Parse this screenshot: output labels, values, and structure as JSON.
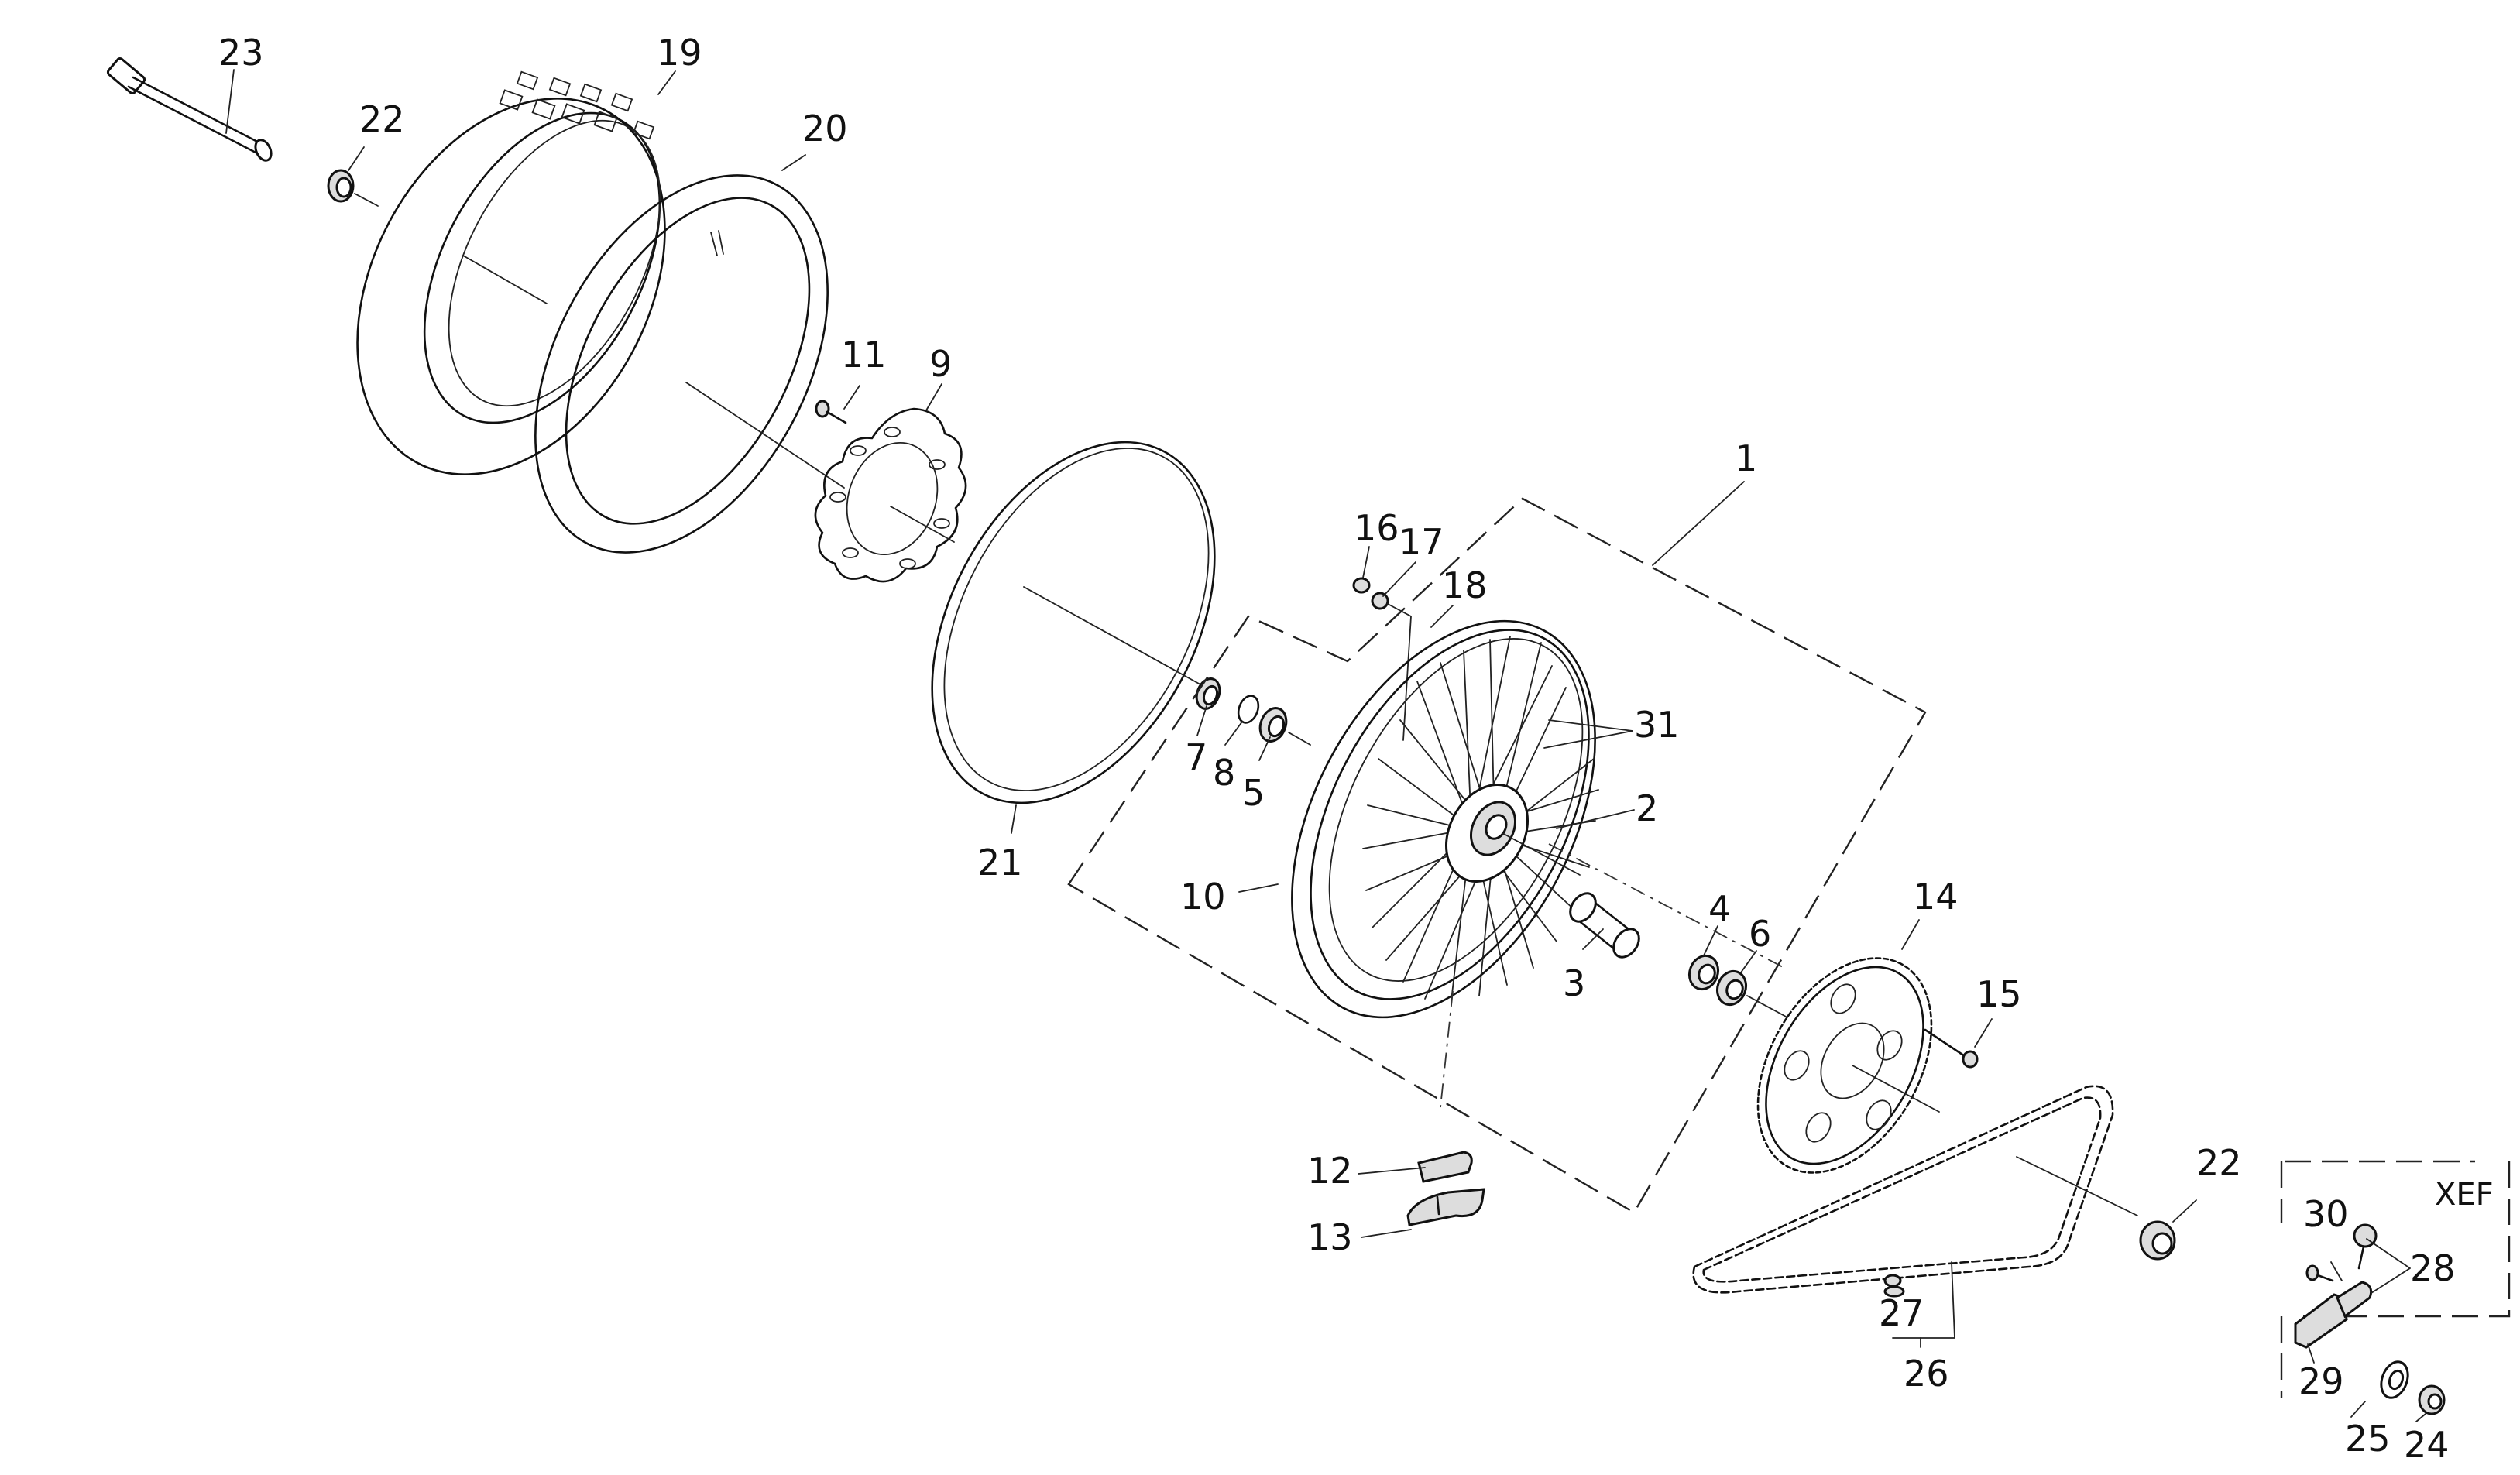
{
  "labels": {
    "l1": "1",
    "l2": "2",
    "l3": "3",
    "l4": "4",
    "l5": "5",
    "l6": "6",
    "l7": "7",
    "l8": "8",
    "l9": "9",
    "l10": "10",
    "l11": "11",
    "l12": "12",
    "l13": "13",
    "l14": "14",
    "l15": "15",
    "l16": "16",
    "l17": "17",
    "l18": "18",
    "l19": "19",
    "l20": "20",
    "l21": "21",
    "l22a": "22",
    "l22b": "22",
    "l23": "23",
    "l24": "24",
    "l25": "25",
    "l26": "26",
    "l27": "27",
    "l28": "28",
    "l29": "29",
    "l30": "30",
    "l31": "31"
  },
  "variant_box": {
    "code": "XEF"
  }
}
